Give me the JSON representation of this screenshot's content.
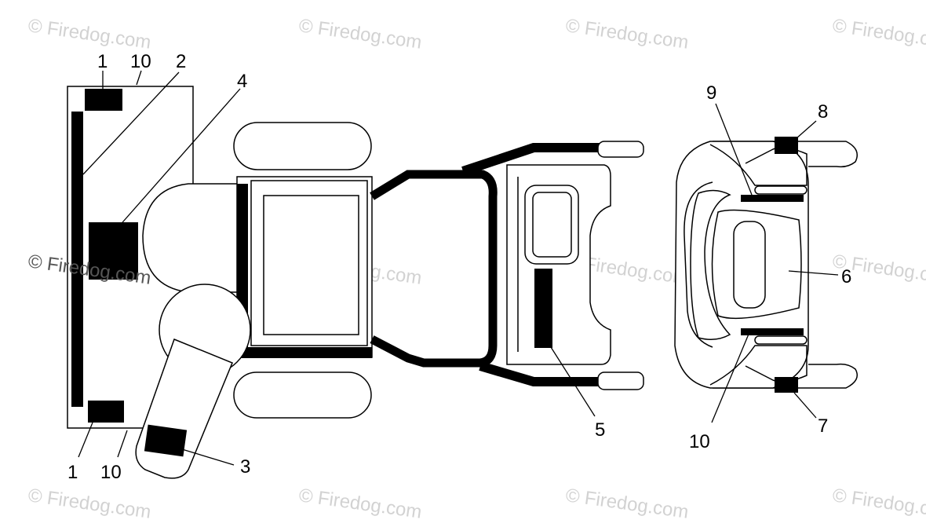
{
  "watermark": "© Firedog.com",
  "callouts": {
    "c1_top": "1",
    "c10_top": "10",
    "c2": "2",
    "c4": "4",
    "c1_bottom": "1",
    "c10_bottom": "10",
    "c3": "3",
    "c5": "5",
    "c9": "9",
    "c8": "8",
    "c6": "6",
    "c10_right": "10",
    "c7": "7"
  },
  "colors": {
    "ink": "#000000",
    "paper": "#ffffff",
    "watermark": "#d2d2d2"
  }
}
